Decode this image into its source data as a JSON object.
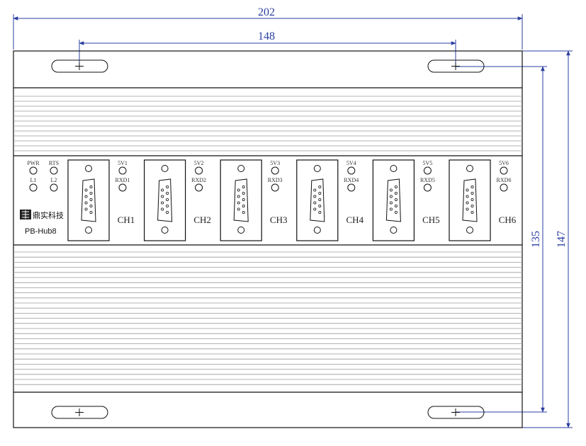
{
  "dimensions": {
    "overall_width": "202",
    "mount_spacing": "148",
    "inner_height": "135",
    "overall_height": "147"
  },
  "front_panel": {
    "indicators": [
      "PWR",
      "RTS",
      "L1",
      "L2"
    ],
    "brand_name": "鼎实科技",
    "model": "PB-Hub8",
    "channels": [
      {
        "label": "CH1",
        "led_power": "5V1",
        "led_rx": "RXD1"
      },
      {
        "label": "CH2",
        "led_power": "5V2",
        "led_rx": "RXD2"
      },
      {
        "label": "CH3",
        "led_power": "5V3",
        "led_rx": "RXD3"
      },
      {
        "label": "CH4",
        "led_power": "5V4",
        "led_rx": "RXD4"
      },
      {
        "label": "CH5",
        "led_power": "5V5",
        "led_rx": "RXD5"
      },
      {
        "label": "CH6",
        "led_power": "5V6",
        "led_rx": "RXD6"
      }
    ]
  },
  "colors": {
    "line": "#111111",
    "rib": "#9a9a9a",
    "dimension": "#2b3fa0"
  }
}
